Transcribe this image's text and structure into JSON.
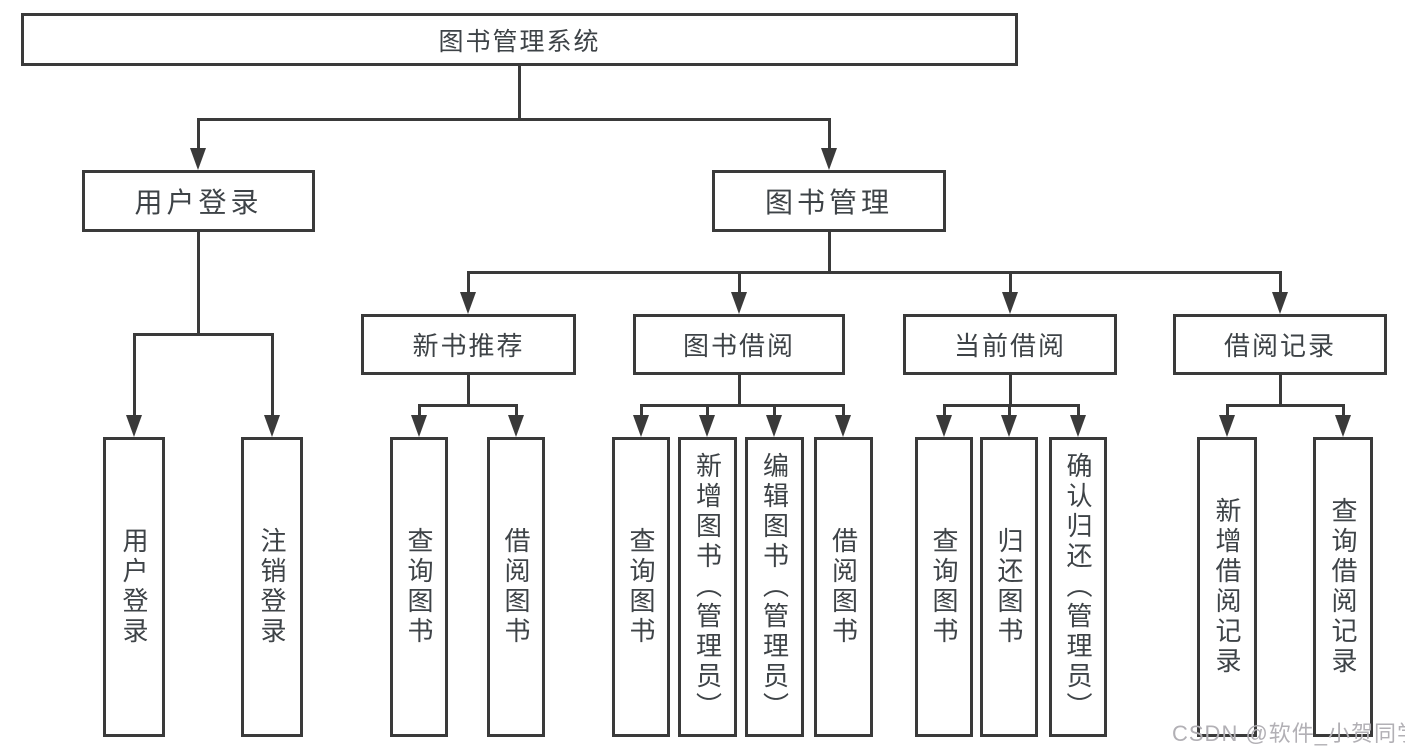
{
  "page": {
    "background": "#ffffff"
  },
  "colors": {
    "line": "#3a3a3a",
    "text": "#3e4347",
    "watermark": "#b2b0b5"
  },
  "nodes": {
    "root": "图书管理系统",
    "level2": [
      "用户登录",
      "图书管理"
    ],
    "level3": [
      "新书推荐",
      "图书借阅",
      "当前借阅",
      "借阅记录"
    ],
    "leaves": {
      "user_login": [
        "用户登录",
        "注销登录"
      ],
      "new_books": [
        "查询图书",
        "借阅图书"
      ],
      "book_borrow": [
        "查询图书",
        "新增图书（管理员）",
        "编辑图书（管理员）",
        "借阅图书"
      ],
      "current_borrow": [
        "查询图书",
        "归还图书",
        "确认归还（管理员）"
      ],
      "borrow_records": [
        "新增借阅记录",
        "查询借阅记录"
      ]
    }
  },
  "watermark": "CSDN @软件_小贺同学"
}
